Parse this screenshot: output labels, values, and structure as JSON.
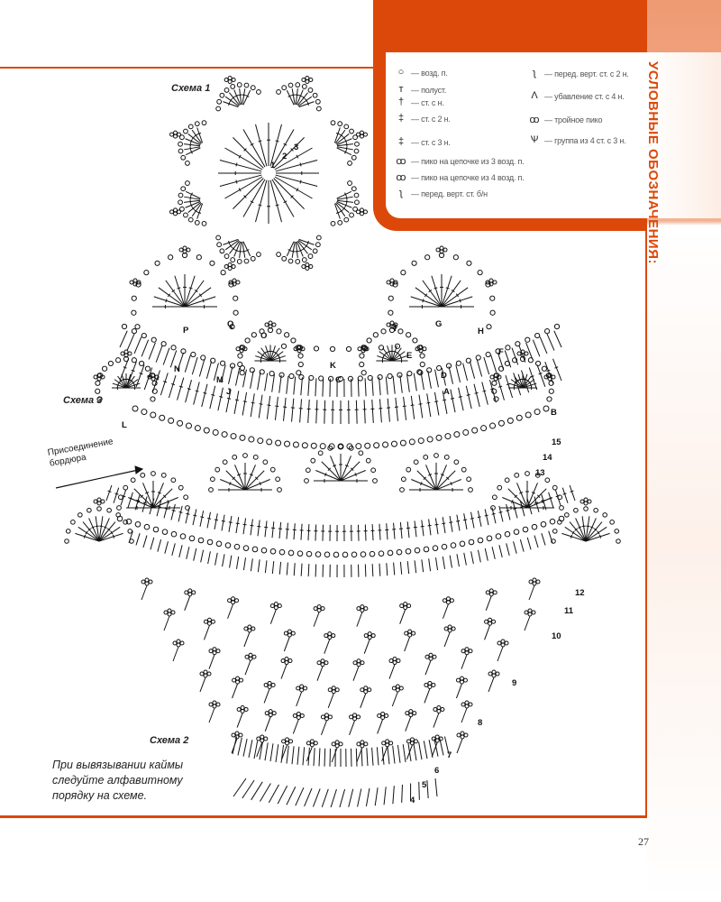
{
  "legend": {
    "title": "УСЛОВНЫЕ ОБОЗНАЧЕНИЯ:",
    "items_left": [
      {
        "icon": "chain-stitch-icon",
        "glyph": "○",
        "label": "— возд. п."
      },
      {
        "icon": "slip-stitch-icon",
        "glyph": "т",
        "label": "— полуст."
      },
      {
        "icon": "double-crochet-icon",
        "glyph": "†",
        "label": "— ст. с н."
      },
      {
        "icon": "treble-crochet-icon",
        "glyph": "‡",
        "label": "— ст. с 2 н."
      },
      {
        "icon": "double-treble-icon",
        "glyph": "‡",
        "label": "— ст. с 3 н."
      },
      {
        "icon": "picot-3-icon",
        "glyph": "ꝏ",
        "label": "— пико на цепочке из 3 возд. п."
      },
      {
        "icon": "picot-4-icon",
        "glyph": "ꝏ",
        "label": "— пико на цепочке из 4 возд. п."
      },
      {
        "icon": "front-post-sc-icon",
        "glyph": "ʅ",
        "label": "— перед. верт. ст. б/н"
      }
    ],
    "items_right": [
      {
        "icon": "front-post-treble-icon",
        "glyph": "ʅ",
        "label": "— перед. верт. ст. с 2 н."
      },
      {
        "icon": "decrease-4-treble-icon",
        "glyph": "Ʌ",
        "label": "— убавление ст. с 4 н."
      },
      {
        "icon": "triple-picot-icon",
        "glyph": "ꝏ",
        "label": "— тройное пико"
      },
      {
        "icon": "cluster-4-dtr-icon",
        "glyph": "Ѱ",
        "label": "— группа из 4 ст. с 3 н."
      }
    ]
  },
  "schemes": {
    "scheme1": "Схема 1",
    "scheme2": "Схема 2",
    "scheme3": "Схема 3"
  },
  "scheme1_rows": [
    "1",
    "2",
    "3"
  ],
  "join_label": [
    "Присоединение",
    "бордюра"
  ],
  "row_numbers": [
    "15",
    "14",
    "13",
    "12",
    "11",
    "10",
    "9",
    "8",
    "7",
    "6",
    "5",
    "4"
  ],
  "border_letters": [
    "A",
    "B",
    "C",
    "D",
    "E",
    "F",
    "G",
    "H",
    "I",
    "J",
    "K",
    "L",
    "M",
    "N",
    "O",
    "P",
    "Q"
  ],
  "note": [
    "При вывязывании каймы",
    "следуйте алфавитному",
    "порядку на схеме."
  ],
  "page_number": "27",
  "colors": {
    "accent": "#dc4809",
    "floral": "#f2b394"
  }
}
